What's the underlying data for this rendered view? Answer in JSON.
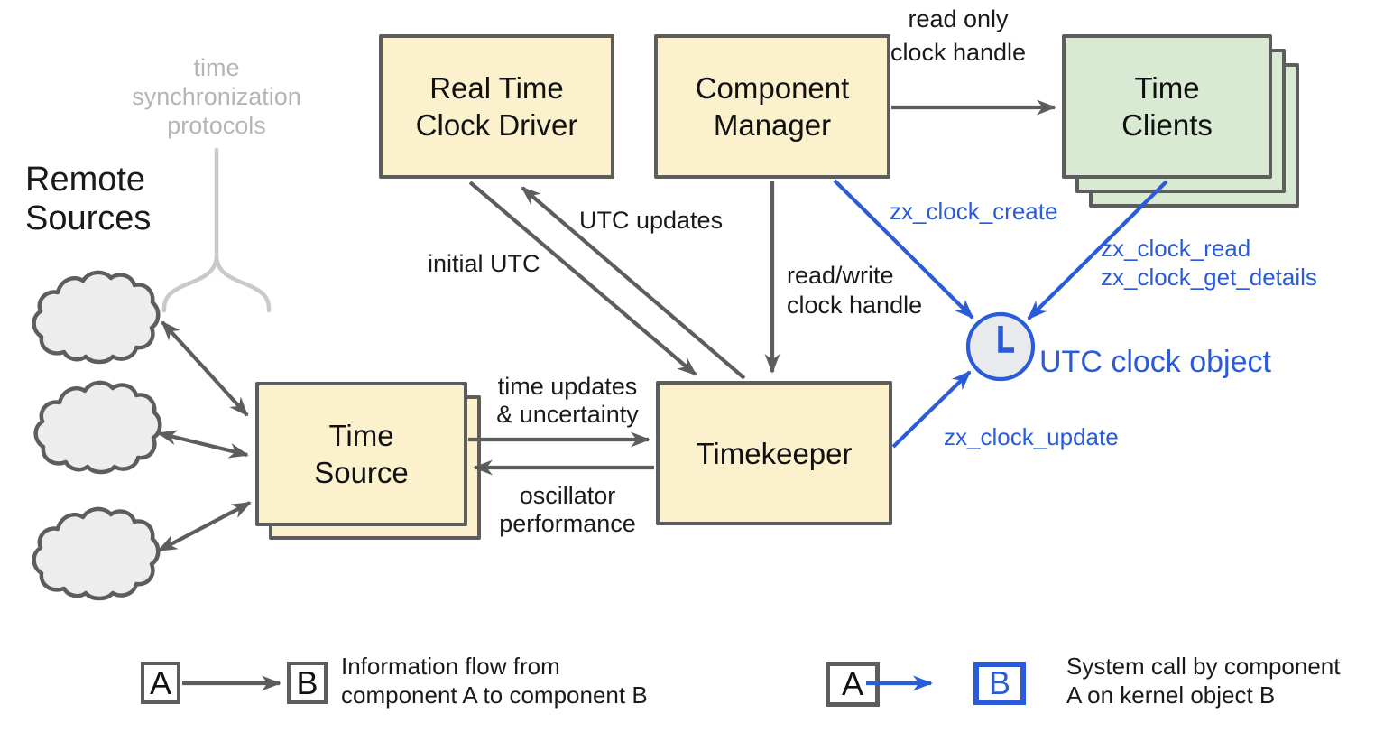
{
  "palette": {
    "box_yellow_fill": "#fbf1cd",
    "box_green_fill": "#d9ead3",
    "stroke_gray": "#5d5d5d",
    "accent_blue": "#2a5bd8",
    "muted_gray_text": "#b5b5b5",
    "fork_gray": "#c9c9c9",
    "cloud_fill": "#ededed",
    "clock_face_fill": "#e8eaed"
  },
  "labels": {
    "protocols_note": "time\nsynchronization\nprotocols",
    "remote_sources": "Remote\nSources",
    "utc_clock_object": "UTC clock object"
  },
  "nodes": {
    "real_time_clock_driver": "Real Time\nClock Driver",
    "component_manager": "Component\nManager",
    "time_clients": "Time\nClients",
    "time_source": "Time\nSource",
    "timekeeper": "Timekeeper"
  },
  "edge_labels": {
    "read_only_clock_handle": "read only\nclock handle",
    "utc_updates": "UTC updates",
    "initial_utc": "initial UTC",
    "read_write_clock_handle": "read/write\nclock handle",
    "time_updates_uncertainty": "time updates\n& uncertainty",
    "oscillator_performance": "oscillator\nperformance",
    "zx_clock_create": "zx_clock_create",
    "zx_clock_read_get_details": "zx_clock_read\nzx_clock_get_details",
    "zx_clock_update": "zx_clock_update"
  },
  "legend": {
    "a": "A",
    "b": "B",
    "information_flow": "Information flow from\ncomponent A to component B",
    "system_call": "System call by component\nA on kernel object B"
  },
  "connections": [
    {
      "from": "remote-source-cloud-1",
      "to": "time-source",
      "style": "gray",
      "bidirectional": true
    },
    {
      "from": "remote-source-cloud-2",
      "to": "time-source",
      "style": "gray",
      "bidirectional": true
    },
    {
      "from": "remote-source-cloud-3",
      "to": "time-source",
      "style": "gray",
      "bidirectional": true
    },
    {
      "from": "time-source",
      "to": "timekeeper",
      "style": "gray",
      "label": "time updates & uncertainty"
    },
    {
      "from": "timekeeper",
      "to": "time-source",
      "style": "gray",
      "label": "oscillator performance"
    },
    {
      "from": "real-time-clock-driver",
      "to": "timekeeper",
      "style": "gray",
      "label": "initial UTC"
    },
    {
      "from": "timekeeper",
      "to": "real-time-clock-driver",
      "style": "gray",
      "label": "UTC updates"
    },
    {
      "from": "component-manager",
      "to": "timekeeper",
      "style": "gray",
      "label": "read/write clock handle"
    },
    {
      "from": "component-manager",
      "to": "time-clients",
      "style": "gray",
      "label": "read only clock handle"
    },
    {
      "from": "component-manager",
      "to": "utc-clock-object",
      "style": "blue",
      "label": "zx_clock_create"
    },
    {
      "from": "time-clients",
      "to": "utc-clock-object",
      "style": "blue",
      "label": "zx_clock_read / zx_clock_get_details"
    },
    {
      "from": "timekeeper",
      "to": "utc-clock-object",
      "style": "blue",
      "label": "zx_clock_update"
    }
  ]
}
